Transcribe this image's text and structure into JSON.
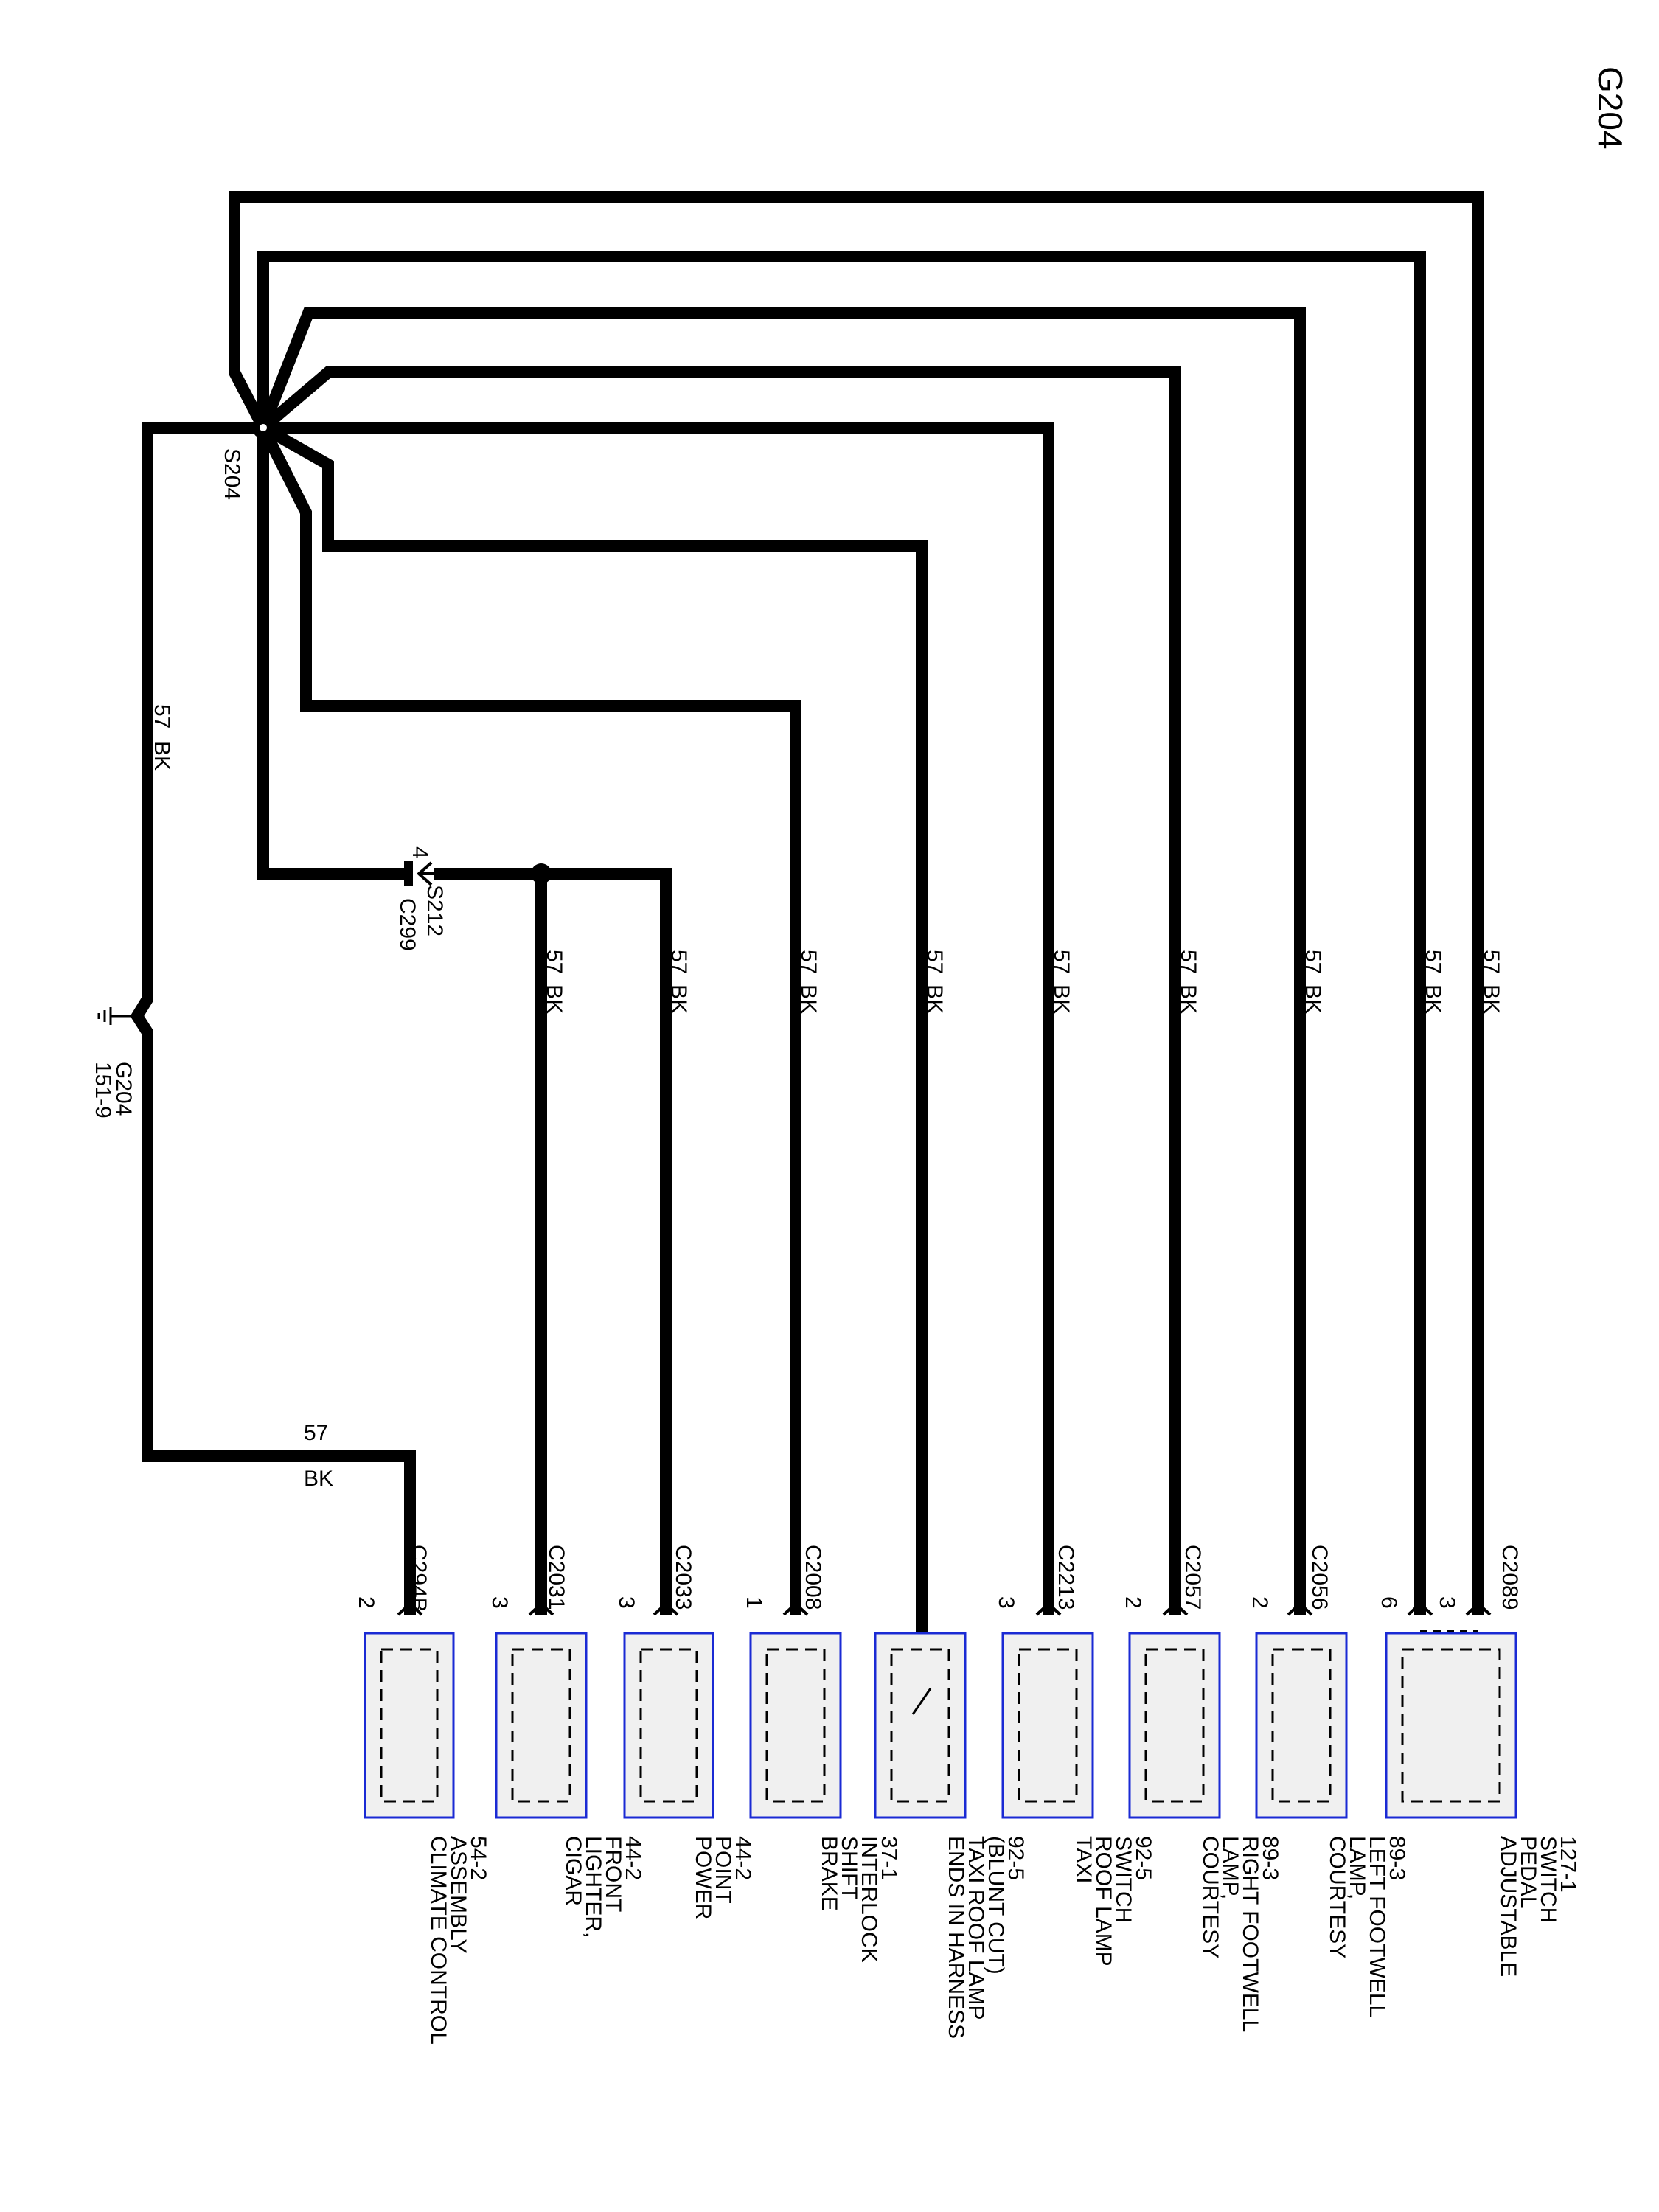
{
  "title": "G204",
  "splices": {
    "main": "S204",
    "secondary": "S212",
    "secondary_connector": "C299",
    "secondary_pin": "4"
  },
  "ground": {
    "name": "G204",
    "ref": "151-9"
  },
  "wire_labels": {
    "ground_circuit": "57",
    "ground_color": "BK",
    "trunk_circuit": "57",
    "trunk_color": "BK",
    "climate_circuit": "57",
    "climate_color": "BK"
  },
  "branches": [
    {
      "circuit": "57",
      "color": "BK"
    },
    {
      "circuit": "57",
      "color": "BK"
    },
    {
      "circuit": "57",
      "color": "BK"
    },
    {
      "circuit": "57",
      "color": "BK"
    },
    {
      "circuit": "57",
      "color": "BK"
    },
    {
      "circuit": "57",
      "color": "BK"
    },
    {
      "circuit": "57",
      "color": "BK"
    },
    {
      "circuit": "57",
      "color": "BK"
    },
    {
      "circuit": "57",
      "color": "BK"
    }
  ],
  "components": [
    {
      "connector": "C294B",
      "pin": "2",
      "lines": [
        "CLIMATE CONTROL",
        "ASSEMBLY",
        "54-2"
      ]
    },
    {
      "connector": "C2031",
      "pin": "3",
      "lines": [
        "CIGAR",
        "LIGHTER,",
        "FRONT",
        "44-2"
      ]
    },
    {
      "connector": "C2033",
      "pin": "3",
      "lines": [
        "POWER",
        "POINT",
        "44-2"
      ]
    },
    {
      "connector": "C2008",
      "pin": "1",
      "lines": [
        "BRAKE",
        "SHIFT",
        "INTERLOCK",
        "37-1"
      ]
    },
    {
      "connector": "",
      "pin": "",
      "lines": [
        "ENDS IN HARNESS",
        "TAXI ROOF LAMP",
        "(BLUNT CUT)",
        "92-5"
      ]
    },
    {
      "connector": "C2213",
      "pin": "3",
      "lines": [
        "TAXI",
        "ROOF LAMP",
        "SWITCH",
        "92-5"
      ]
    },
    {
      "connector": "C2057",
      "pin": "2",
      "lines": [
        "COURTESY",
        "LAMP,",
        "RIGHT FOOTWELL",
        "89-3"
      ]
    },
    {
      "connector": "C2056",
      "pin": "2",
      "lines": [
        "COURTESY",
        "LAMP,",
        "LEFT FOOTWELL",
        "89-3"
      ]
    },
    {
      "connector": "C2089",
      "pin": "6",
      "pin2": "3",
      "lines": [
        "ADJUSTABLE",
        "PEDAL",
        "SWITCH",
        "127-1"
      ]
    }
  ]
}
